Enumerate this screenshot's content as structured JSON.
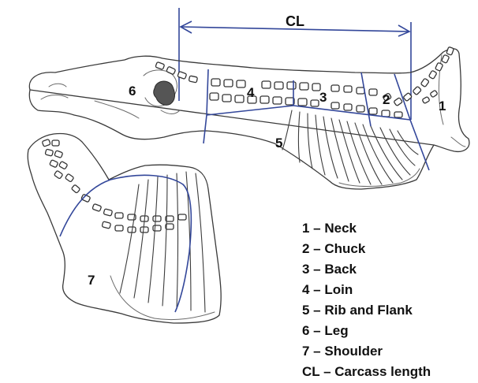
{
  "diagram": {
    "measure_label": "CL",
    "part_numbers": [
      "1",
      "2",
      "3",
      "4",
      "5",
      "6",
      "7"
    ],
    "legend": [
      "1 – Neck",
      "2 – Chuck",
      "3 – Back",
      "4 – Loin",
      "5 – Rib and Flank",
      "6 – Leg",
      "7 – Shoulder",
      "CL – Carcass length"
    ],
    "colors": {
      "cut_lines": "#33479a",
      "sketch": "#3a3a3a",
      "text": "#111111"
    }
  }
}
